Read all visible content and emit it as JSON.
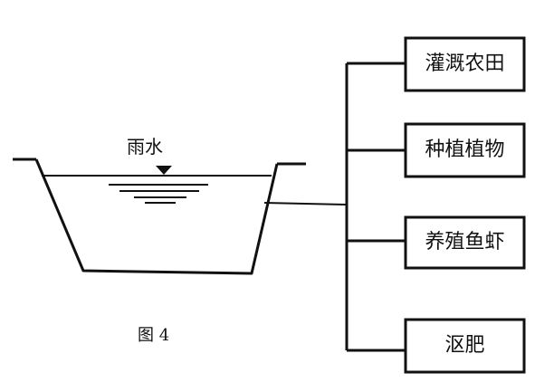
{
  "diagram": {
    "rain_label": "雨水",
    "figure_caption": "图 4",
    "uses": [
      {
        "id": "irrigate",
        "label": "灌溉农田"
      },
      {
        "id": "plant",
        "label": "种植植物"
      },
      {
        "id": "aquaculture",
        "label": "养殖鱼虾"
      },
      {
        "id": "compost",
        "label": "沤肥"
      }
    ]
  }
}
